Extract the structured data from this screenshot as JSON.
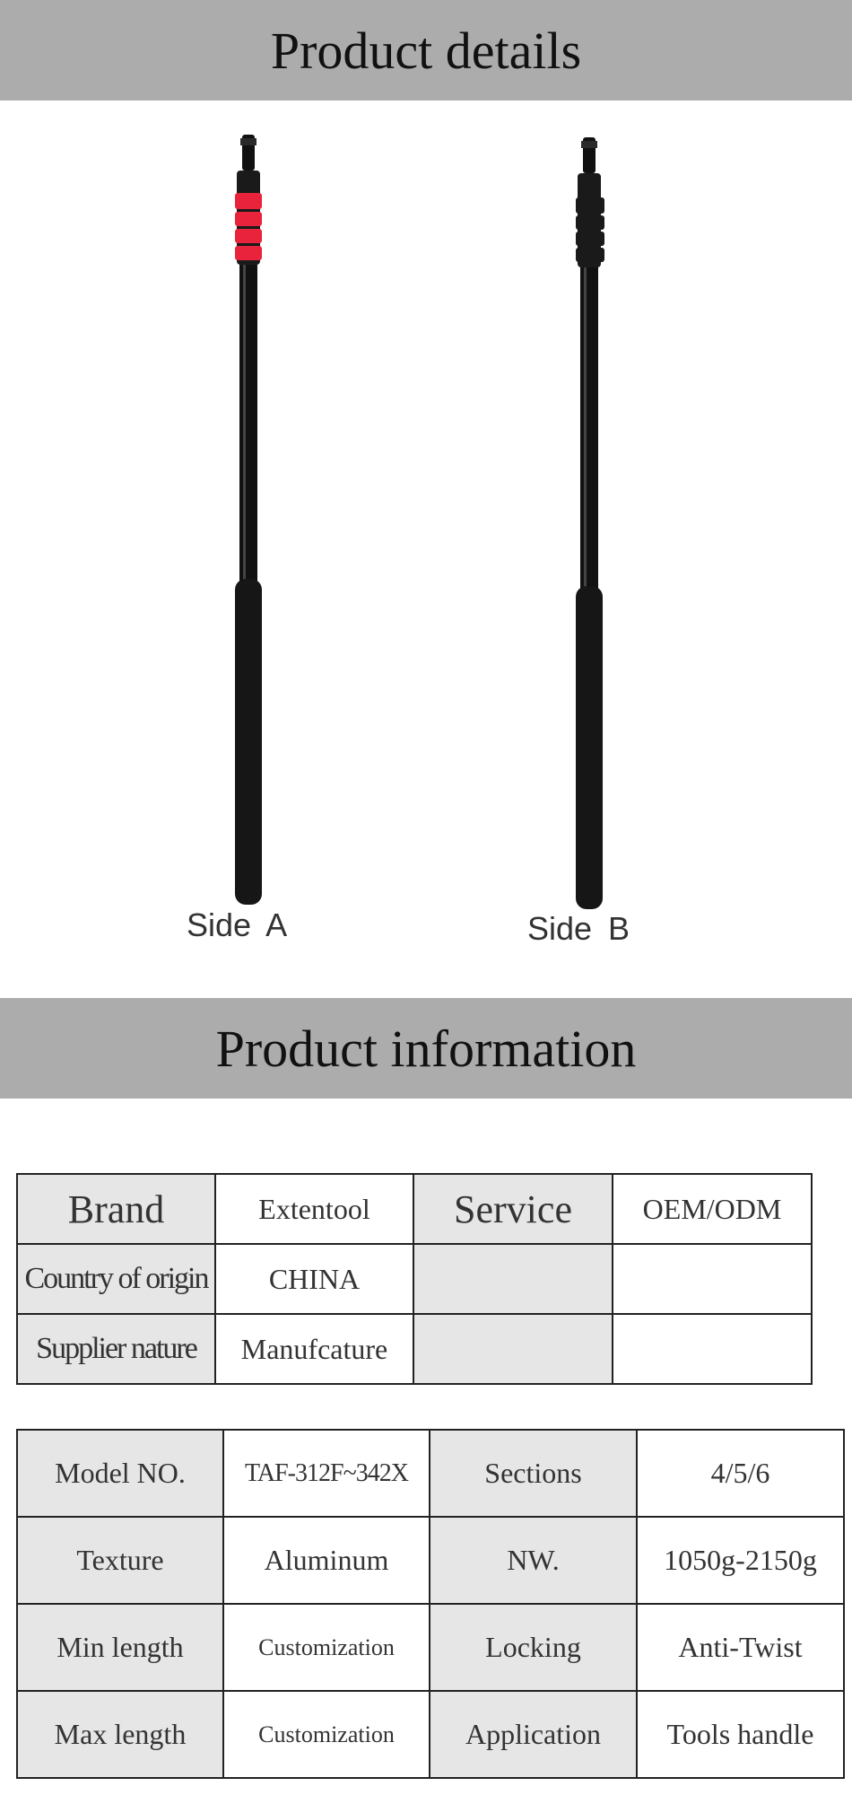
{
  "sections": {
    "details_title": "Product details",
    "information_title": "Product information"
  },
  "product_images": {
    "side_a_label": "Side  A",
    "side_b_label": "Side  B",
    "side_a_accent": "#e8233b",
    "side_b_accent": "#1a1a1a"
  },
  "table1": {
    "rows": [
      [
        "Brand",
        "Extentool",
        "Service",
        "OEM/ODM"
      ],
      [
        "Country of origin",
        "CHINA",
        "",
        ""
      ],
      [
        "Supplier nature",
        "Manufcature",
        "",
        ""
      ]
    ]
  },
  "table2": {
    "rows": [
      [
        "Model NO.",
        "TAF-312F~342X",
        "Sections",
        "4/5/6"
      ],
      [
        "Texture",
        "Aluminum",
        "NW.",
        "1050g-2150g"
      ],
      [
        "Min length",
        "Customization",
        "Locking",
        "Anti-Twist"
      ],
      [
        "Max length",
        "Customization",
        "Application",
        "Tools handle"
      ]
    ]
  }
}
